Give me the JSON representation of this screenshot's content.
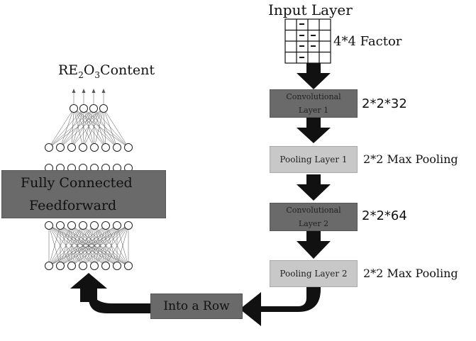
{
  "input": {
    "title": "Input Layer",
    "factor": "4*4 Factor"
  },
  "cnn": {
    "conv1": {
      "line1": "Convolutional",
      "line2": "Layer 1",
      "dims": "2*2*32"
    },
    "pool1": {
      "label": "Pooling Layer 1",
      "dims": "2*2 Max Pooling"
    },
    "conv2": {
      "line1": "Convolutional",
      "line2": "Layer 2",
      "dims": "2*2*64"
    },
    "pool2": {
      "label": "Pooling Layer 2",
      "dims": "2*2 Max Pooling"
    }
  },
  "flatten": {
    "label": "Into a Row"
  },
  "fc": {
    "line1": "Fully Connected",
    "line2": "Feedforward"
  },
  "output": {
    "base": "RE",
    "sub1": "2",
    "mid": "O",
    "sub2": "3",
    "rest": "Content"
  },
  "colors": {
    "dark_box": "#6a6a6a",
    "light_box": "#c8c8c8",
    "arrow": "#111111"
  }
}
